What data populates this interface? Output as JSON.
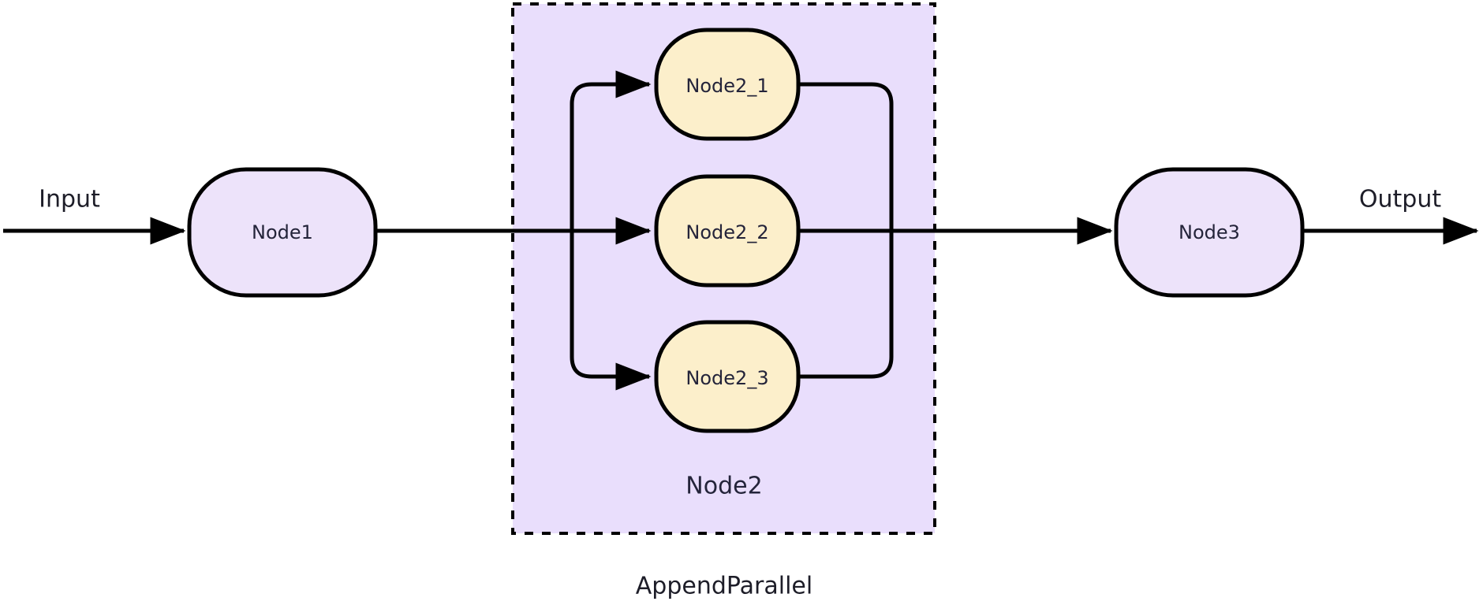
{
  "diagram": {
    "title_caption": "AppendParallel",
    "colors": {
      "node_fill_purple": "#EDE3FA",
      "node_fill_yellow": "#FCEFCB",
      "group_fill": "#E9DEFC",
      "stroke": "#000000",
      "text": "#24243a",
      "canvas": "#FFFFFF"
    },
    "io": {
      "input_label": "Input",
      "output_label": "Output"
    },
    "nodes": [
      {
        "id": "node1",
        "label": "Node1",
        "type": "stadium",
        "fill": "purple"
      },
      {
        "id": "node2_1",
        "label": "Node2_1",
        "type": "stadium",
        "fill": "yellow"
      },
      {
        "id": "node2_2",
        "label": "Node2_2",
        "type": "stadium",
        "fill": "yellow"
      },
      {
        "id": "node2_3",
        "label": "Node2_3",
        "type": "stadium",
        "fill": "yellow"
      },
      {
        "id": "node3",
        "label": "Node3",
        "type": "stadium",
        "fill": "purple"
      }
    ],
    "group": {
      "id": "node2_group",
      "label": "Node2",
      "border_style": "dashed",
      "contains": [
        "node2_1",
        "node2_2",
        "node2_3"
      ]
    },
    "edges": [
      {
        "from": "input",
        "to": "node1",
        "arrow": true
      },
      {
        "from": "node1",
        "to": "fanout",
        "arrow": false
      },
      {
        "from": "fanout",
        "to": "node2_1",
        "arrow": true
      },
      {
        "from": "fanout",
        "to": "node2_2",
        "arrow": true
      },
      {
        "from": "fanout",
        "to": "node2_3",
        "arrow": true
      },
      {
        "from": "node2_1",
        "to": "merge",
        "arrow": false
      },
      {
        "from": "node2_2",
        "to": "merge",
        "arrow": false
      },
      {
        "from": "node2_3",
        "to": "merge",
        "arrow": false
      },
      {
        "from": "merge",
        "to": "node3",
        "arrow": true
      },
      {
        "from": "node3",
        "to": "output",
        "arrow": true
      }
    ]
  }
}
